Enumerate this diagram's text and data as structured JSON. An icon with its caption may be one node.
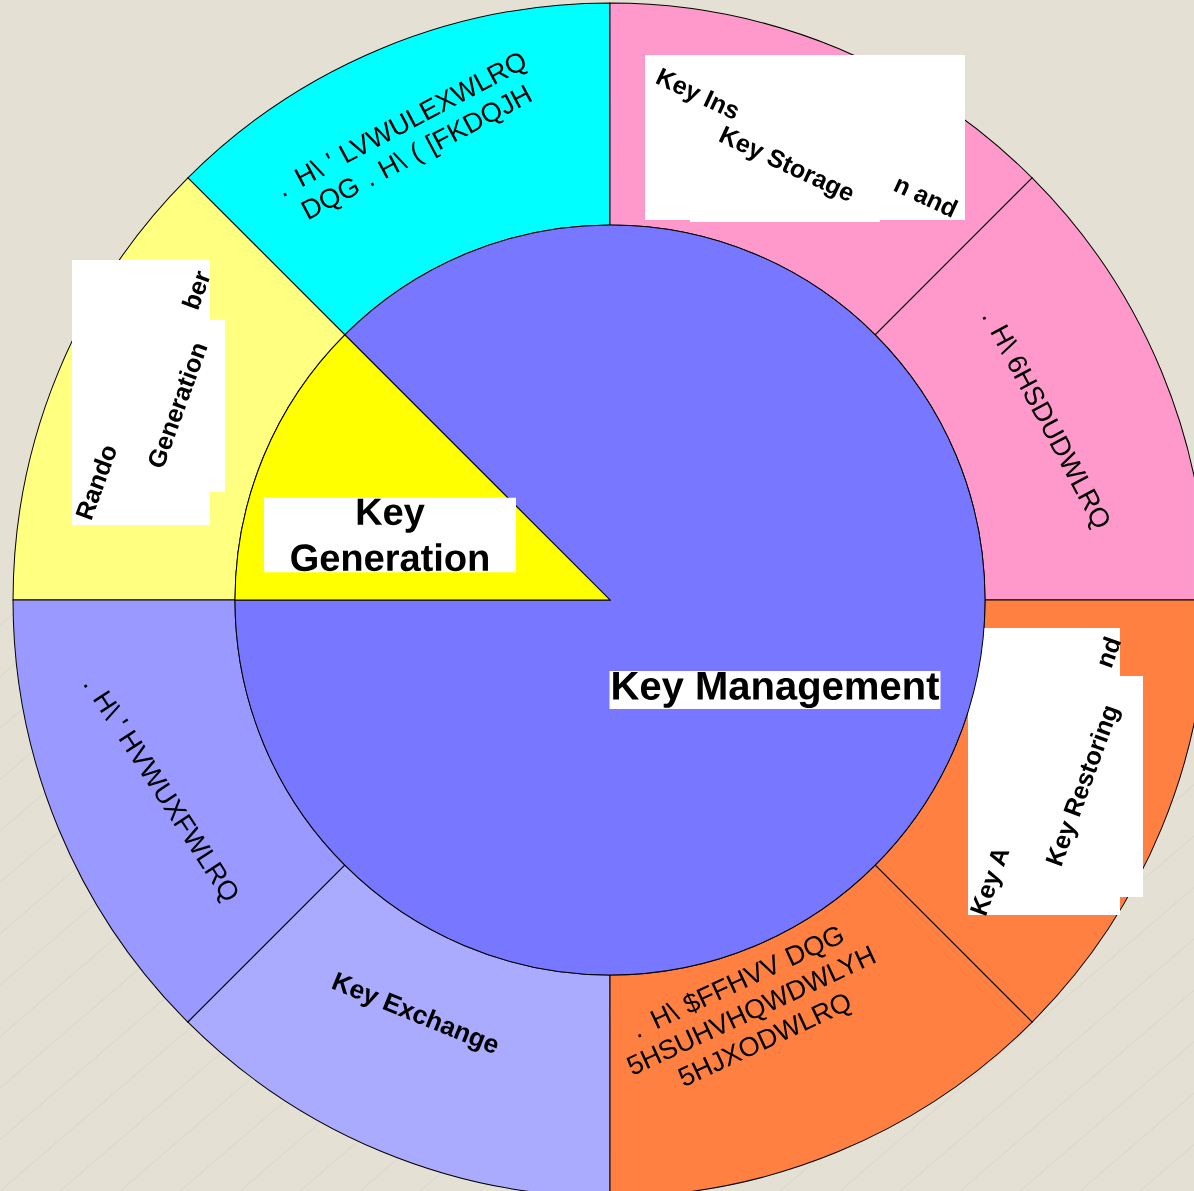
{
  "diagram": {
    "nodes": [
      {
        "text": [
          "Key Management"
        ]
      },
      {
        "text": [
          "Key Generation"
        ]
      },
      {
        "text": [
          ". H\\ ' LVWULEXWLRQ DQG . H\\ ( [FKDQJH"
        ]
      },
      {
        "text": [
          "Key Ins",
          "n and",
          "Key Storage"
        ]
      },
      {
        "text": [
          "Rando",
          "ber",
          "Generation"
        ]
      },
      {
        "text": [
          ". H\\ 6HSDUDWLRQ"
        ]
      },
      {
        "text": [
          ". H\\ ' HVWUXFWLRQ"
        ]
      },
      {
        "text": [
          "Key A",
          "nd",
          "Key Restoring"
        ]
      },
      {
        "text": [
          "Key Exchange"
        ]
      },
      {
        "text": [
          ". H\\ $FFHVV DQG 5HSUHVHQWDWLYH 5HJXODWLRQ"
        ]
      }
    ],
    "edges": []
  }
}
